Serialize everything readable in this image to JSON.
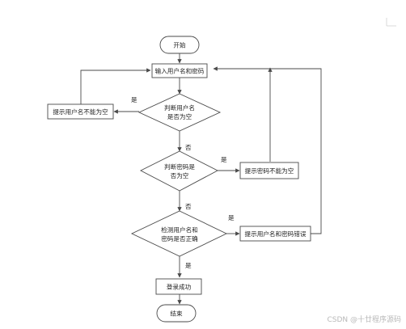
{
  "nodes": {
    "start": "开始",
    "input": "输入用户名和密码",
    "check_user_empty": [
      "判断用户名",
      "是否为空"
    ],
    "tip_user_empty": "提示用户名不能为空",
    "check_pwd_empty": [
      "判断密码是",
      "否为空"
    ],
    "tip_pwd_empty": "提示密码不能为空",
    "check_match": [
      "检测用户名和",
      "密码是否正确"
    ],
    "tip_wrong": "提示用户名和密码错误",
    "login_success": "登录成功",
    "end": "结束"
  },
  "edges": {
    "yes": "是",
    "no": "否"
  },
  "watermark": "CSDN @十廿程序源码"
}
